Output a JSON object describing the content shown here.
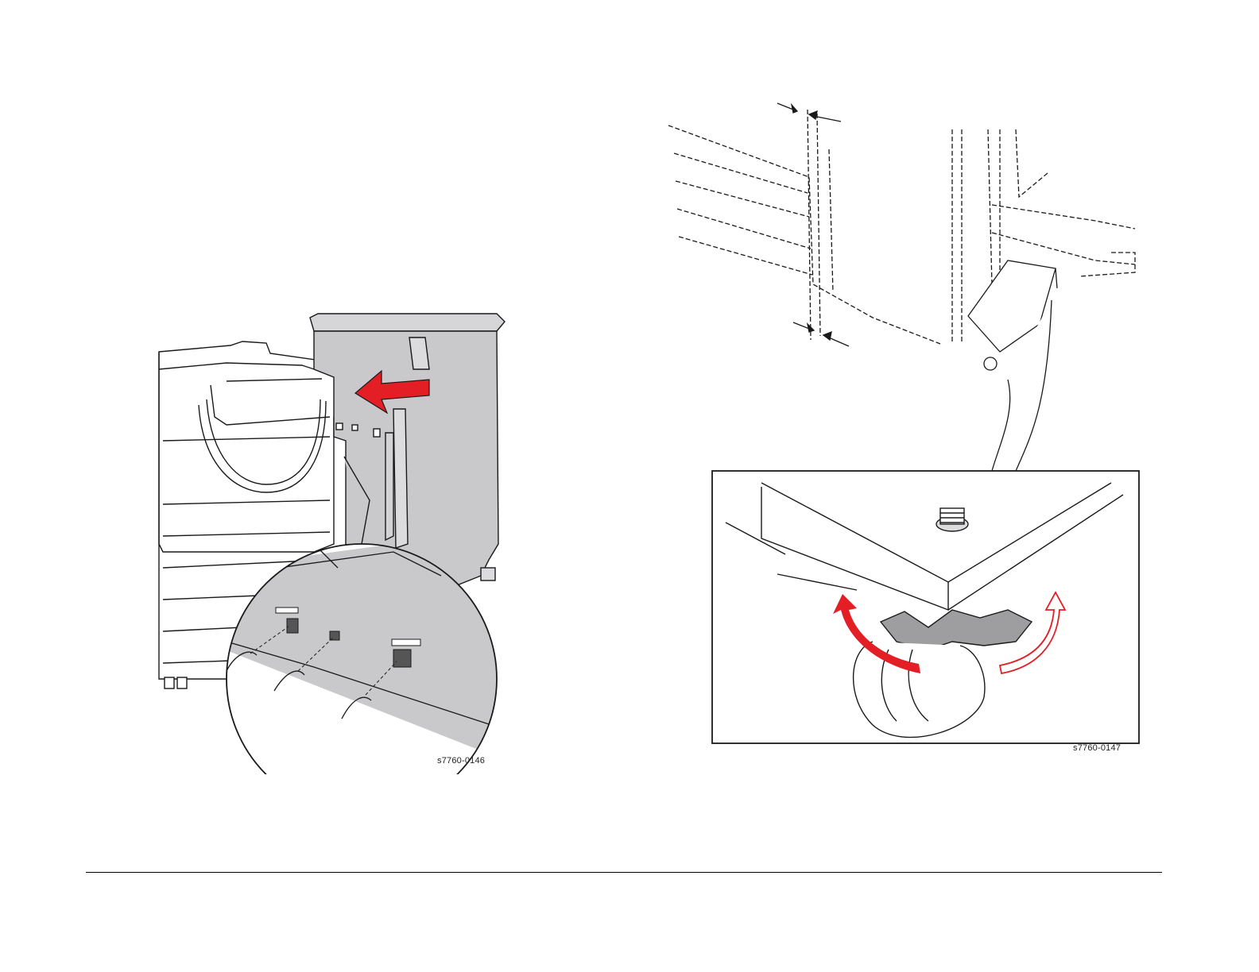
{
  "figures": {
    "left": {
      "caption": "s7760-0146",
      "arrow_color": "#e31e24"
    },
    "right": {
      "caption": "s7760-0147",
      "arrow_color": "#e31e24"
    }
  },
  "colors": {
    "body_gray": "#c9c9cb",
    "panel_gray": "#dcdcde",
    "line": "#1a1a1a",
    "accent_red": "#e31e24"
  },
  "icons": [
    "docking-pin-callout",
    "red-push-arrow",
    "rotate-arrow-left",
    "rotate-arrow-right",
    "leveling-foot"
  ]
}
